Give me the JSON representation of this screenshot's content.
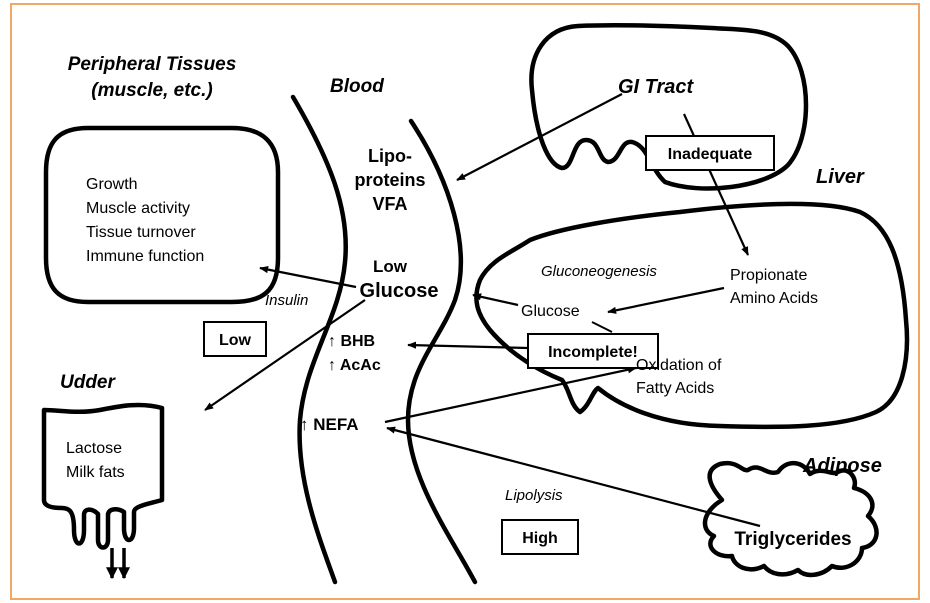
{
  "peripheral": {
    "title_line1": "Peripheral Tissues",
    "title_line2": "(muscle, etc.)",
    "items": [
      "Growth",
      "Muscle activity",
      "Tissue turnover",
      "Immune function"
    ]
  },
  "blood": {
    "title": "Blood",
    "lipo_line1": "Lipo-",
    "lipo_line2": "proteins",
    "lipo_line3": "VFA",
    "low_label": "Low",
    "glucose_label": "Glucose",
    "bhb_label": "↑ BHB",
    "acac_label": "↑ AcAc",
    "nefa_label": "↑ NEFA"
  },
  "gi": {
    "title": "GI Tract",
    "status_box": "Inadequate"
  },
  "liver": {
    "title": "Liver",
    "process_label": "Gluconeogenesis",
    "propionate": "Propionate",
    "amino_acids": "Amino Acids",
    "glucose": "Glucose",
    "status_box": "Incomplete!",
    "oxidation_line1": "Oxidation of",
    "oxidation_line2": "Fatty Acids"
  },
  "insulin": {
    "label": "Insulin",
    "status_box": "Low"
  },
  "udder": {
    "title": "Udder",
    "items": [
      "Lactose",
      "Milk fats"
    ]
  },
  "adipose": {
    "title": "Adipose",
    "content": "Triglycerides",
    "process_label": "Lipolysis",
    "status_box": "High"
  },
  "colors": {
    "frame_border": "#f2a766",
    "stroke": "#000000"
  }
}
